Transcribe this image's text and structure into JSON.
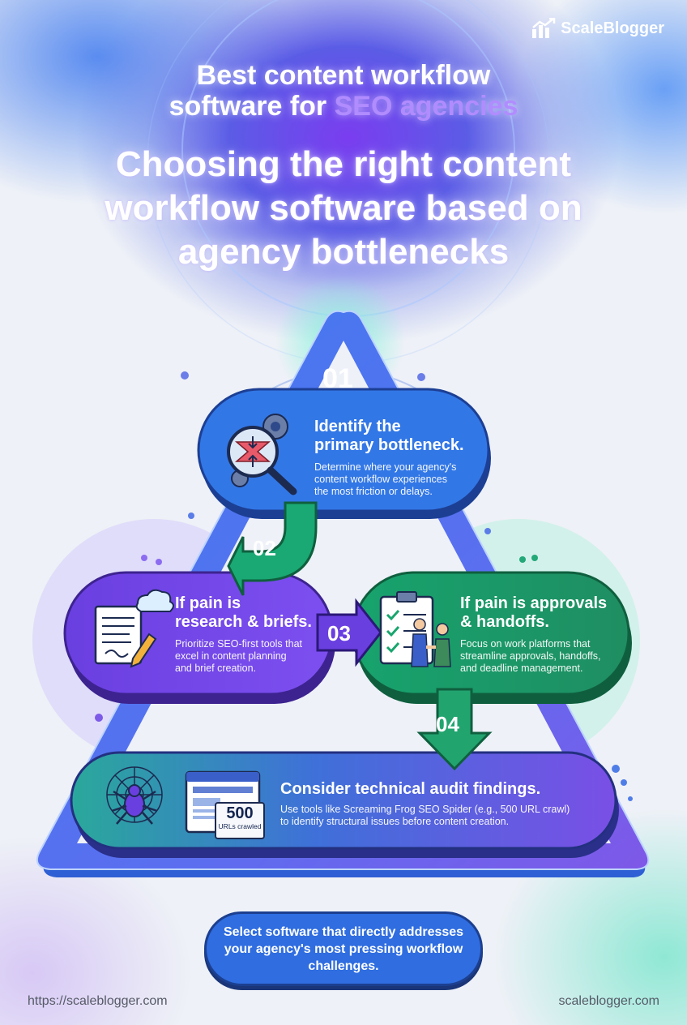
{
  "brand": {
    "name": "ScaleBlogger"
  },
  "heading": {
    "line1": "Best content workflow",
    "line2_prefix": "software for ",
    "line2_accent": "SEO agencies",
    "subtitle": "Choosing the right content workflow software based on agency bottlenecks"
  },
  "steps": [
    {
      "number": "01",
      "title_l1": "Identify the",
      "title_l2": "primary bottleneck.",
      "desc_l1": "Determine where your agency's",
      "desc_l2": "content workflow experiences",
      "desc_l3": "the most friction or delays."
    },
    {
      "number": "02",
      "title_l1": "If pain is",
      "title_l2": "research & briefs.",
      "desc_l1": "Prioritize SEO-first tools that",
      "desc_l2": "excel in content planning",
      "desc_l3": "and brief creation."
    },
    {
      "number": "03",
      "title_l1": "If pain is approvals",
      "title_l2": "& handoffs.",
      "desc_l1": "Focus on work platforms that",
      "desc_l2": "streamline approvals, handoffs,",
      "desc_l3": "and deadline management."
    },
    {
      "number": "04",
      "title_l1": "Consider technical audit findings.",
      "desc_l1": "Use tools like Screaming Frog SEO Spider (e.g., 500 URL crawl)",
      "desc_l2": "to identify structural issues before content creation."
    }
  ],
  "crawl_badge": {
    "value": "500",
    "label": "URLs crawled"
  },
  "conclusion": "Select software that directly addresses your agency's most pressing workflow challenges.",
  "footer": {
    "left": "https://scaleblogger.com",
    "right": "scaleblogger.com"
  },
  "colors": {
    "blue": "#2f6de0",
    "purple": "#6a3fe0",
    "green": "#18a56e",
    "accent": "#b18cff"
  }
}
